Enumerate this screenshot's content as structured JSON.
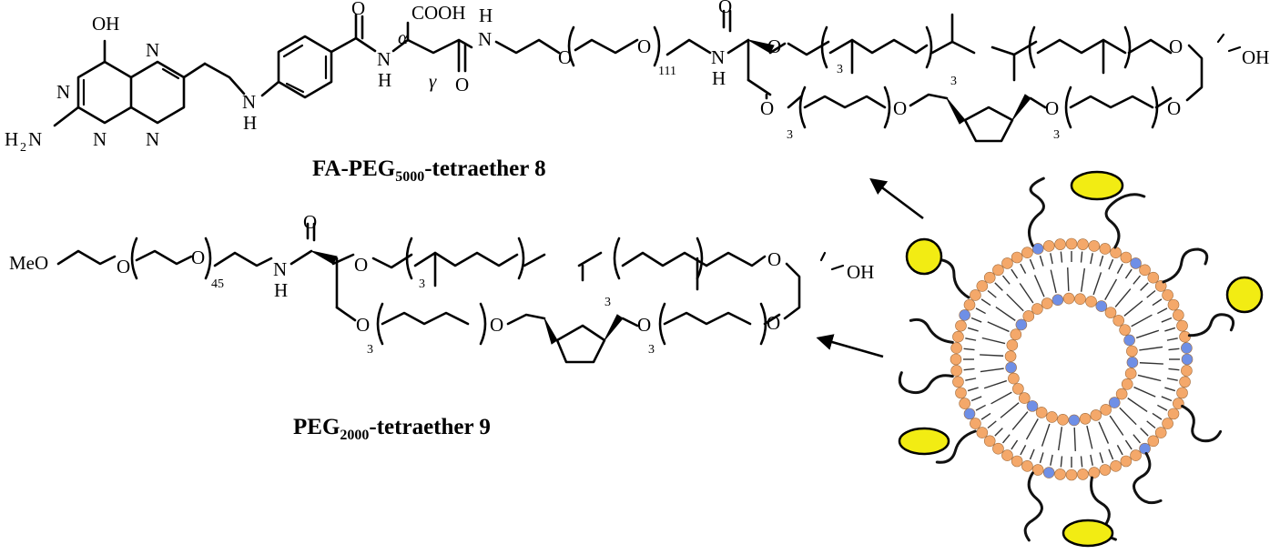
{
  "compound8": {
    "title_main": "FA-PEG",
    "title_sub": "5000",
    "title_suffix": "-tetraether 8",
    "labels": {
      "oh_top": "OH",
      "n1": "N",
      "n2": "N",
      "n3": "N",
      "n4": "N",
      "h2n": "H",
      "h2n_sub": "2",
      "h2n_n": "N",
      "nh_link_n": "N",
      "nh_link_h": "H",
      "carbonyl_o1": "O",
      "amide1_n": "N",
      "amide1_h": "H",
      "alpha": "α",
      "cooh": "COOH",
      "gamma": "γ",
      "carbonyl_o2": "O",
      "amide2_h": "H",
      "amide2_n": "N",
      "ether_o1": "O",
      "ether_o2": "O",
      "repeat_n": "111",
      "amide3_h": "H",
      "amide3_n": "N",
      "carbonyl_o3": "O",
      "ether_o3": "O",
      "rep3a": "3",
      "rep3b": "3",
      "ether_o4": "O",
      "oh_end": "OH",
      "ether_o5": "O",
      "rep3c": "3",
      "ether_o6": "O",
      "ether_o7": "O",
      "rep3d": "3",
      "ether_o8": "O"
    }
  },
  "compound9": {
    "title_main": "PEG",
    "title_sub": "2000",
    "title_suffix": "-tetraether 9",
    "labels": {
      "meo": "MeO",
      "ether_o1": "O",
      "ether_o2": "O",
      "repeat_n": "45",
      "amide_n": "N",
      "amide_h": "H",
      "carbonyl_o": "O",
      "ether_o3": "O",
      "rep3a": "3",
      "rep3b": "3",
      "ether_o4": "O",
      "oh_end": "OH",
      "ether_o5": "O",
      "rep3c": "3",
      "ether_o6": "O",
      "ether_o7": "O",
      "rep3d": "3",
      "ether_o8": "O"
    }
  },
  "liposome": {
    "lipid_head_color": "#f4a86a",
    "lipid_head_alt_color": "#6f8fe6",
    "ligand_color": "#f2ec13",
    "peg_chain_color": "#111111"
  }
}
